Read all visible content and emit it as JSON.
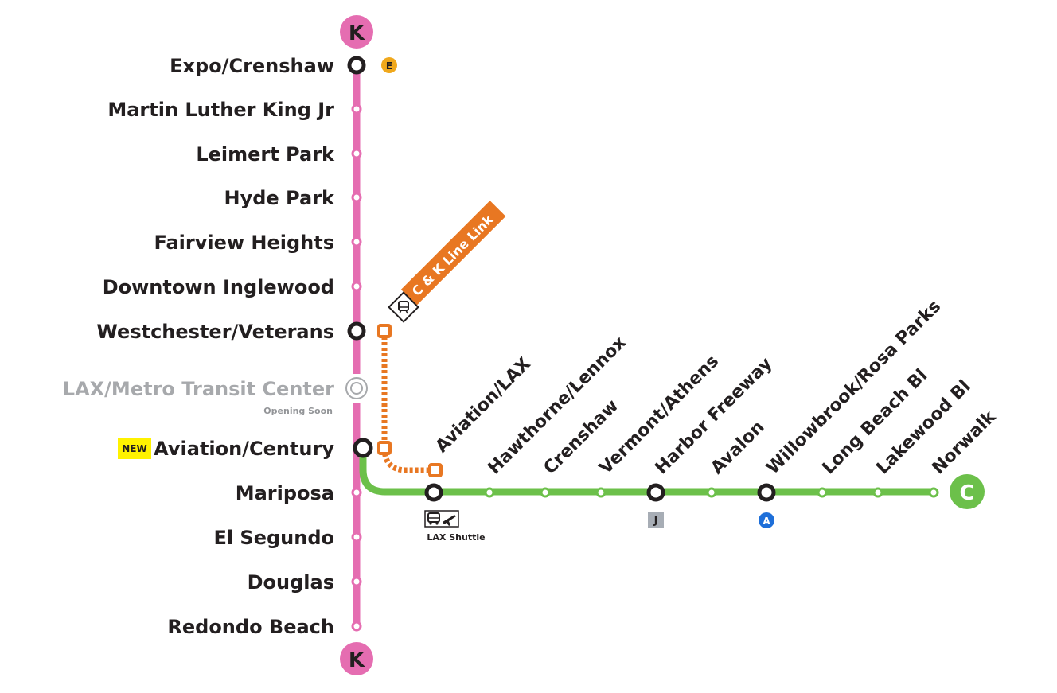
{
  "colors": {
    "k_line": "#e56db1",
    "c_line": "#6cc04a",
    "link": "#e87722",
    "e_line": "#f0a81c",
    "a_line": "#1e6fd9",
    "j_line": "#a7adb5",
    "new_badge": "#fff200",
    "text": "#231f20",
    "muted": "#a7a9ac"
  },
  "lines": {
    "k_letter": "K",
    "c_letter": "C"
  },
  "k_stations": [
    "Expo/Crenshaw",
    "Martin Luther King Jr",
    "Leimert Park",
    "Hyde Park",
    "Fairview Heights",
    "Downtown Inglewood",
    "Westchester/Veterans",
    "LAX/Metro Transit Center",
    "Aviation/Century",
    "Mariposa",
    "El Segundo",
    "Douglas",
    "Redondo Beach"
  ],
  "c_stations": [
    "Aviation/LAX",
    "Hawthorne/Lennox",
    "Crenshaw",
    "Vermont/Athens",
    "Harbor Freeway",
    "Avalon",
    "Willowbrook/Rosa Parks",
    "Long Beach Bl",
    "Lakewood Bl",
    "Norwalk"
  ],
  "opening_soon": "Opening Soon",
  "new_badge": "NEW",
  "link_label": "C & K Line Link",
  "lax_shuttle": "LAX Shuttle",
  "connections": {
    "e": "E",
    "j": "J",
    "a": "A"
  },
  "icons": {
    "bus": "bus-icon",
    "plane": "plane-icon",
    "tram": "tram-icon"
  }
}
